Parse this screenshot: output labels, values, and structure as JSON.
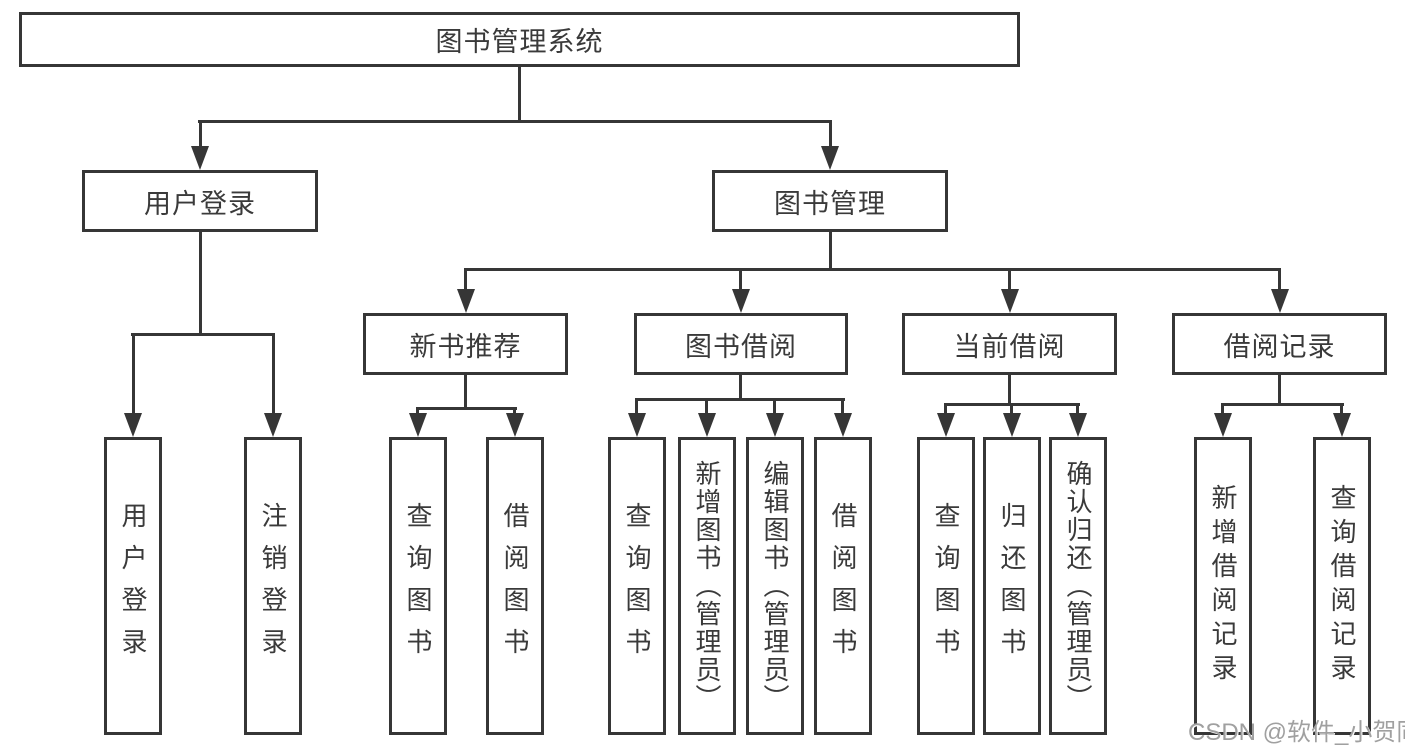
{
  "tree": {
    "label": "图书管理系统",
    "children": [
      {
        "label": "用户登录",
        "children": [
          {
            "label": "用户登录"
          },
          {
            "label": "注销登录"
          }
        ]
      },
      {
        "label": "图书管理",
        "children": [
          {
            "label": "新书推荐",
            "children": [
              {
                "label": "查询图书"
              },
              {
                "label": "借阅图书"
              }
            ]
          },
          {
            "label": "图书借阅",
            "children": [
              {
                "label": "查询图书"
              },
              {
                "label": "新增图书（管理员）"
              },
              {
                "label": "编辑图书（管理员）"
              },
              {
                "label": "借阅图书"
              }
            ]
          },
          {
            "label": "当前借阅",
            "children": [
              {
                "label": "查询图书"
              },
              {
                "label": "归还图书"
              },
              {
                "label": "确认归还（管理员）"
              }
            ]
          },
          {
            "label": "借阅记录",
            "children": [
              {
                "label": "新增借阅记录"
              },
              {
                "label": "查询借阅记录"
              }
            ]
          }
        ]
      }
    ]
  },
  "watermark": "CSDN @软件_小贺同学",
  "colors": {
    "line": "#363636",
    "text": "#3a3a3a",
    "background": "#ffffff",
    "watermark": "#a0a0a0"
  }
}
